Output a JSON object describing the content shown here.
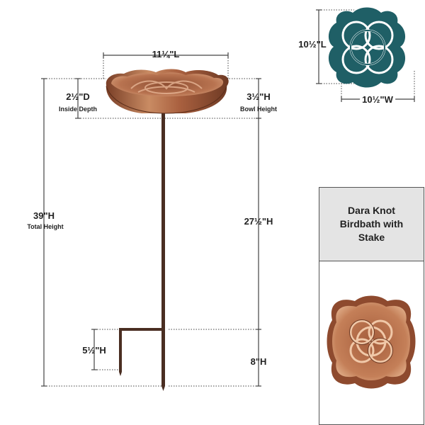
{
  "dimensions": {
    "bowl_length": "11¼\"L",
    "inside_depth": "2½\"D",
    "inside_depth_label": "Inside Depth",
    "bowl_height": "3½\"H",
    "bowl_height_label": "Bowl Height",
    "total_height": "39\"H",
    "total_height_label": "Total Height",
    "stake_height": "27½\"H",
    "foot_height": "5½\"H",
    "ground_height": "8\"H",
    "top_length": "10½\"L",
    "top_width": "10½\"W"
  },
  "product": {
    "title": "Dara Knot Birdbath with Stake"
  },
  "colors": {
    "copper": "#b46a45",
    "copper_dark": "#6e3a24",
    "logo_teal": "#1f5f66",
    "stake": "#4a2e22"
  }
}
